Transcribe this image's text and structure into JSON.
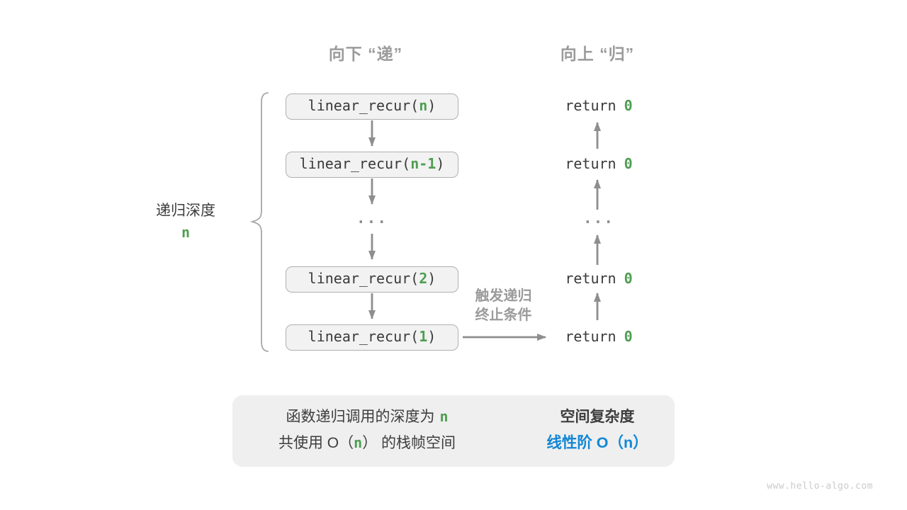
{
  "headers": {
    "descend": "向下 “递”",
    "ascend": "向上 “归”"
  },
  "depth_brace": {
    "label": "递归深度",
    "value": "n"
  },
  "call_stack": [
    {
      "pre": "linear_recur(",
      "arg": "n",
      "post": ")"
    },
    {
      "pre": "linear_recur(",
      "arg": "n-1",
      "post": ")"
    },
    {
      "pre": "linear_recur(",
      "arg": "2",
      "post": ")"
    },
    {
      "pre": "linear_recur(",
      "arg": "1",
      "post": ")"
    }
  ],
  "ellipsis": "...",
  "returns": [
    {
      "keyword": "return",
      "value": "0"
    },
    {
      "keyword": "return",
      "value": "0"
    },
    {
      "keyword": "return",
      "value": "0"
    },
    {
      "keyword": "return",
      "value": "0"
    }
  ],
  "termination_note": {
    "line1": "触发递归",
    "line2": "终止条件"
  },
  "summary": {
    "depth_text": "函数递归调用的深度为",
    "depth_value": "n",
    "space_pre": "共使用 O（",
    "space_value": "n",
    "space_post": "） 的栈帧空间",
    "result_title": "空间复杂度",
    "result_value": "线性阶 O（n）"
  },
  "watermark": "www.hello-algo.com",
  "colors": {
    "green": "#4f9e52",
    "blue": "#1287d5",
    "gray_label": "#9b9b9b",
    "arrow_gray": "#8e8e8e",
    "dark_text": "#3a3a3a",
    "box_fill": "#f2f2f2",
    "summary_fill": "#efefef"
  }
}
